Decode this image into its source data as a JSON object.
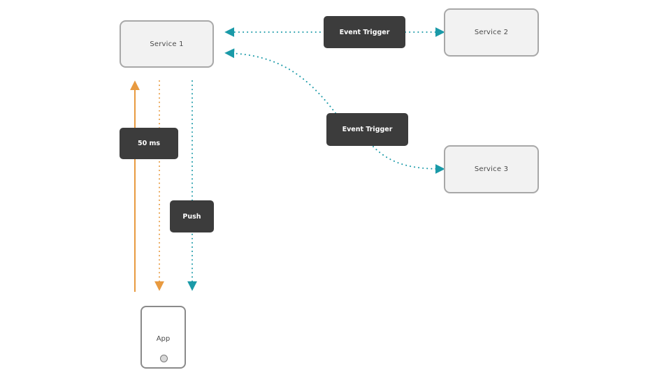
{
  "nodes": {
    "service1": "Service 1",
    "service2": "Service 2",
    "service3": "Service 3",
    "app": "App"
  },
  "labels": {
    "event_trigger_top": "Event Trigger",
    "event_trigger_mid": "Event Trigger",
    "latency": "50 ms",
    "push": "Push"
  },
  "colors": {
    "teal": "#1a9aa8",
    "orange": "#e89a40",
    "box_dark": "#3c3c3c",
    "service_fill": "#f2f2f2",
    "service_border": "#a8a8a8"
  }
}
